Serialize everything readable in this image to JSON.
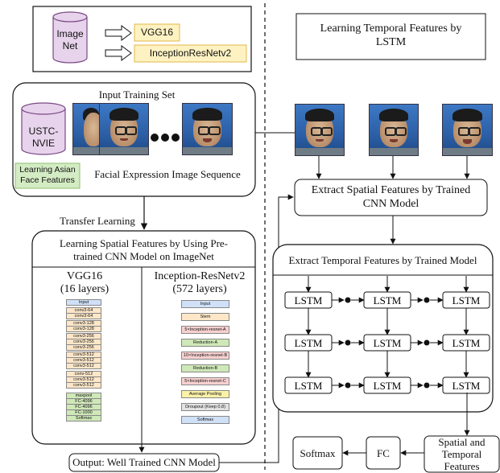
{
  "top_panel": {
    "db_line1": "Image",
    "db_line2": "Net",
    "model1": "VGG16",
    "model2": "InceptionResNetv2"
  },
  "lstm_title": {
    "line1": "Learning Temporal Features by",
    "line2": "LSTM"
  },
  "input_set": {
    "title": "Input Training Set",
    "db_line1": "USTC-",
    "db_line2": "NVIE",
    "tag_line1": "Learning Asian",
    "tag_line2": "Face Features",
    "caption": "Facial Expression Image Sequence"
  },
  "transfer_label": "Transfer Learning",
  "spatial_block": {
    "title_line1": "Learning Spatial Features by Using Pre-",
    "title_line2": "trained CNN Model on ImageNet",
    "vgg_title": "VGG16",
    "vgg_sub": "(16 layers)",
    "inc_title": "Inception-ResNetv2",
    "inc_sub": "(572 layers)"
  },
  "vgg_layers": [
    {
      "label": "Input",
      "color": "#cfe0f7"
    },
    {
      "label": "conv3-64",
      "color": "#fde7c8"
    },
    {
      "label": "conv3-64",
      "color": "#fde7c8"
    },
    {
      "label": "conv3-128",
      "color": "#fde7c8"
    },
    {
      "label": "conv3-128",
      "color": "#fde7c8"
    },
    {
      "label": "conv3-256",
      "color": "#fde7c8"
    },
    {
      "label": "conv3-256",
      "color": "#fde7c8"
    },
    {
      "label": "conv3-256",
      "color": "#fde7c8"
    },
    {
      "label": "conv3-512",
      "color": "#fde7c8"
    },
    {
      "label": "conv3-512",
      "color": "#fde7c8"
    },
    {
      "label": "conv3-512",
      "color": "#fde7c8"
    },
    {
      "label": "conv-512",
      "color": "#fde7c8"
    },
    {
      "label": "conv3-512",
      "color": "#fde7c8"
    },
    {
      "label": "conv3-512",
      "color": "#fde7c8"
    },
    {
      "label": "maxpool",
      "color": "#cfe8b8"
    },
    {
      "label": "FC-4096",
      "color": "#cfe8b8"
    },
    {
      "label": "FC-4096",
      "color": "#cfe8b8"
    },
    {
      "label": "FC-1000",
      "color": "#cfe8b8"
    },
    {
      "label": "Softmax",
      "color": "#cfe8b8"
    }
  ],
  "inc_layers": [
    {
      "label": "Input",
      "color": "#cfe0f7"
    },
    {
      "label": "Stem",
      "color": "#fde7c8"
    },
    {
      "label": "5×Inception-resnet-A",
      "color": "#f8d0d0"
    },
    {
      "label": "Reduction-A",
      "color": "#cfe8b8"
    },
    {
      "label": "10×Inception-resnet-B",
      "color": "#f8d0d0"
    },
    {
      "label": "Reduction-B",
      "color": "#cfe8b8"
    },
    {
      "label": "5×Inception-resnet-C",
      "color": "#f8d0d0"
    },
    {
      "label": "Average Pooling",
      "color": "#fbf2a8"
    },
    {
      "label": "Droupout (Keep 0.8)",
      "color": "#e2e2e2"
    },
    {
      "label": "Softmax",
      "color": "#cfe0f7"
    }
  ],
  "output_label": "Output: Well Trained CNN Model",
  "extract_spatial": {
    "line1": "Extract Spatial Features by Trained",
    "line2": "CNN Model"
  },
  "extract_temporal": {
    "title": "Extract Temporal Features by Trained Model",
    "cell_label": "LSTM"
  },
  "spatial_temporal": {
    "line1": "Spatial and",
    "line2": "Temporal",
    "line3": "Features"
  },
  "fc_label": "FC",
  "softmax_label": "Softmax",
  "colors": {
    "db_fill": "#e7d3ec",
    "db_stroke": "#7a4a86",
    "model_fill": "#fff2c2",
    "model_stroke": "#e0b84a",
    "tag_fill": "#d4ecc4",
    "tag_stroke": "#8cbf6e"
  }
}
